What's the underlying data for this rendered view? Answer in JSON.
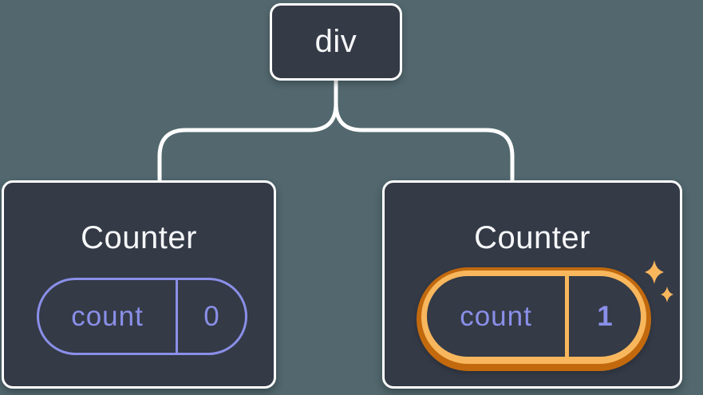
{
  "colors": {
    "bg": "#52686E",
    "card": "#343A46",
    "cardBorder": "#FFFFFF",
    "text": "#F6F7F9",
    "purple": "#8A8FE8",
    "orangeLight": "#F8B75D",
    "orangeDark": "#C2690E",
    "connector": "#FFFFFF"
  },
  "icons": {
    "highlight": "sparkles-icon"
  },
  "tree": {
    "root": {
      "label": "div"
    },
    "children": [
      {
        "title": "Counter",
        "state_key": "count",
        "state_value": "0",
        "highlighted": false
      },
      {
        "title": "Counter",
        "state_key": "count",
        "state_value": "1",
        "highlighted": true
      }
    ]
  }
}
